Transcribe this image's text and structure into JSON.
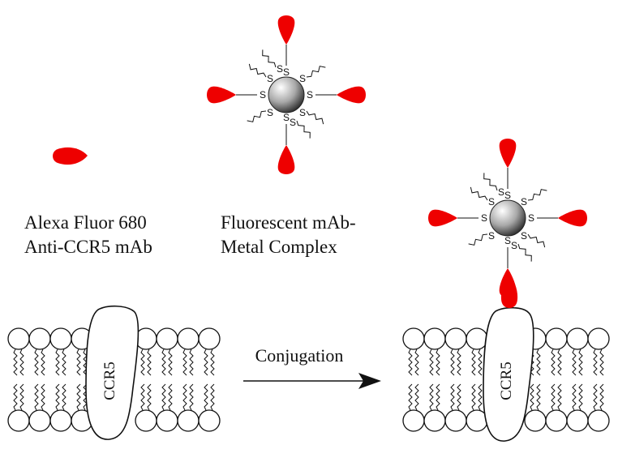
{
  "labels": {
    "alexa_line1": "Alexa Fluor 680",
    "alexa_line2": "Anti-CCR5 mAb",
    "complex_line1": "Fluorescent mAb-",
    "complex_line2": "Metal Complex",
    "conjugation": "Conjugation",
    "receptor_left": "CCR5",
    "receptor_right": "CCR5",
    "sulfur": "S"
  },
  "colors": {
    "antibody": "#ee0000",
    "line": "#111111",
    "nanoparticle_light": "#ffffff",
    "nanoparticle_dark": "#3a3a3a"
  }
}
